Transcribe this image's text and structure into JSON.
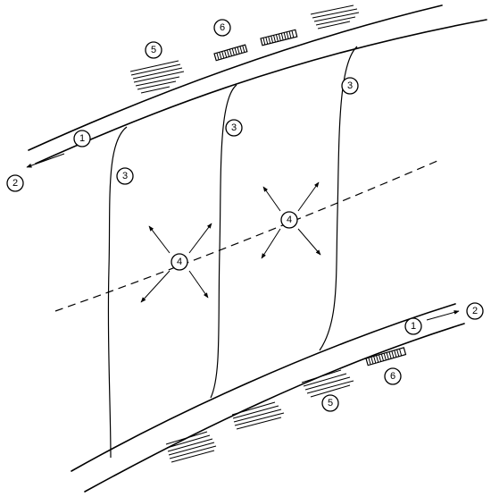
{
  "labels": {
    "flow_1": "1",
    "flow_2": "2",
    "septum_3": "3",
    "expansion_4": "4",
    "stack_5": "5",
    "stack_6": "6"
  }
}
